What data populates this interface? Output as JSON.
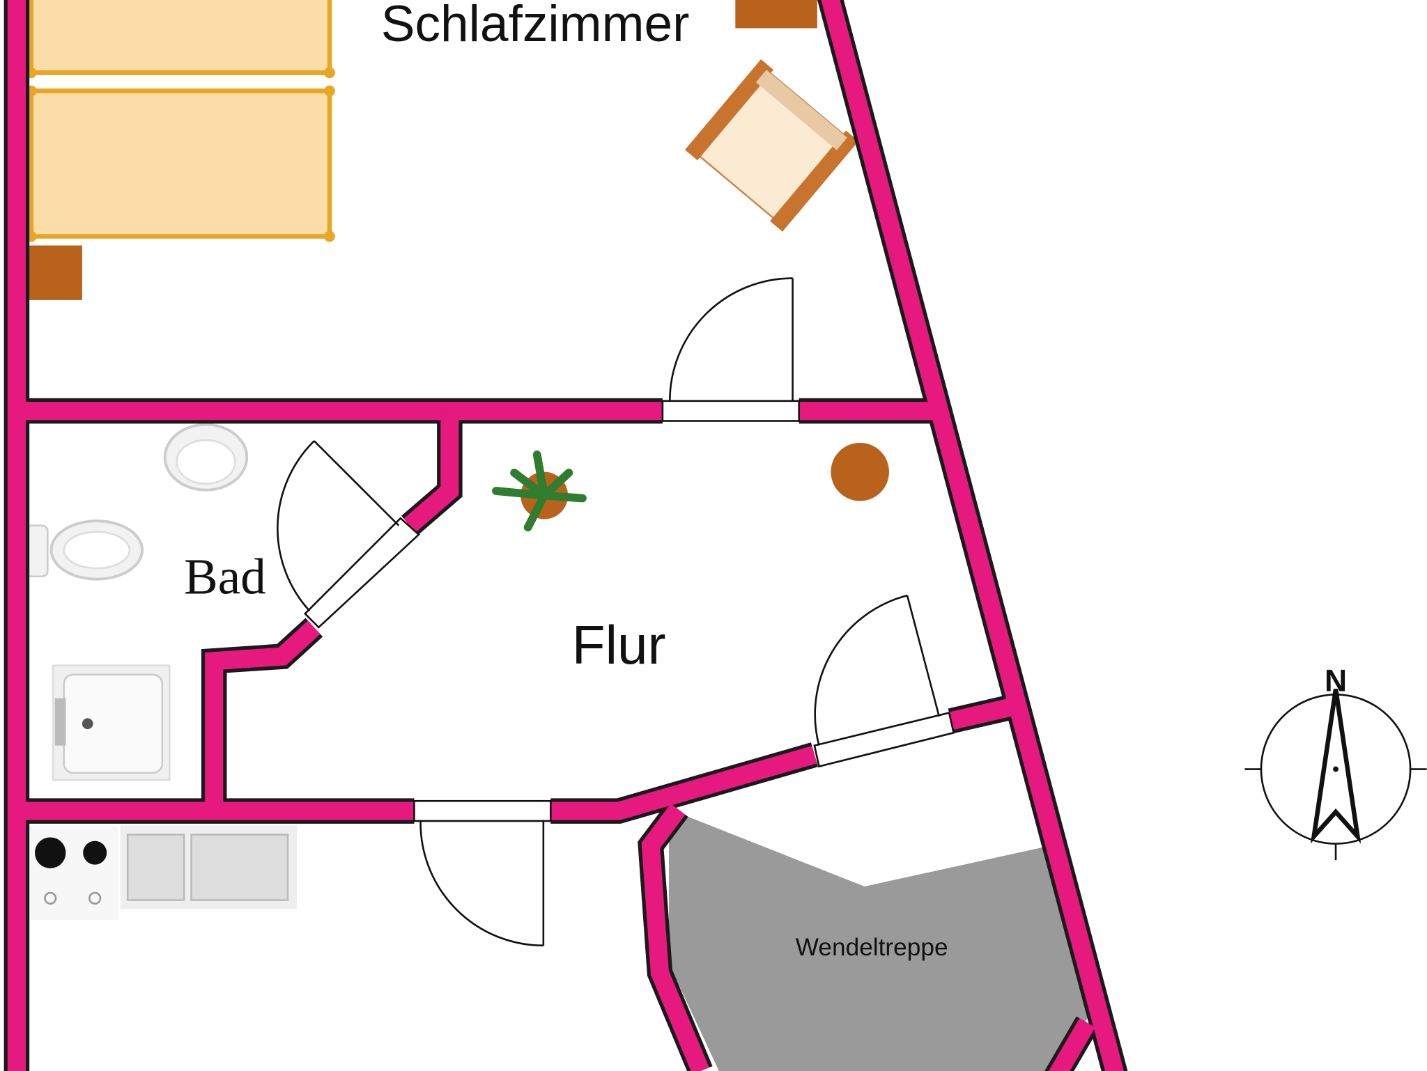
{
  "rooms": {
    "bedroom": "Schlafzimmer",
    "bath": "Bad",
    "hall": "Flur",
    "stairs": "Wendeltreppe"
  },
  "compass": {
    "north_label": "N"
  },
  "colors": {
    "wall": "#E6197F",
    "wall_outline": "#1a1a1a",
    "bed": "#FBDDA8",
    "bed_frame": "#E8A623",
    "wood": "#B8621B",
    "stairs": "#9A9A9A"
  }
}
